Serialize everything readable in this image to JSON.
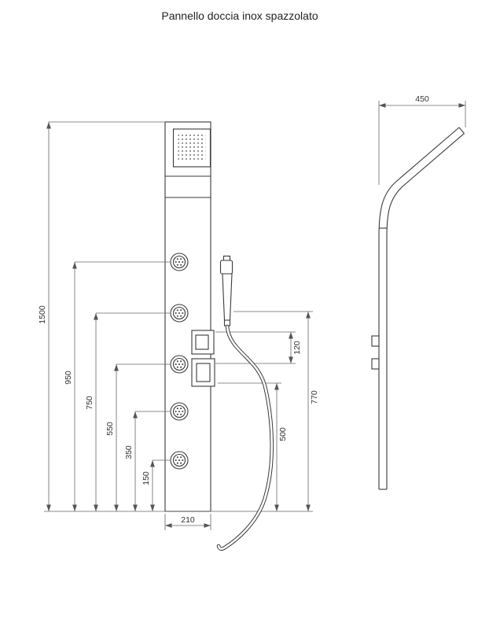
{
  "title": "Pannello doccia inox spazzolato",
  "front_view": {
    "name": "shower panel front view",
    "dimensions": {
      "overall_height": "1500",
      "jet_950": "950",
      "jet_750": "750",
      "jet_550": "550",
      "jet_350": "350",
      "jet_150": "150",
      "panel_width": "210",
      "control_spacing": "120",
      "control_height": "500",
      "handshower_height": "770"
    }
  },
  "side_view": {
    "name": "shower panel side profile",
    "dimensions": {
      "top_depth": "450"
    }
  },
  "colors": {
    "line": "#3a3a3a",
    "dimension": "#666666",
    "text": "#333333",
    "background": "#ffffff"
  }
}
